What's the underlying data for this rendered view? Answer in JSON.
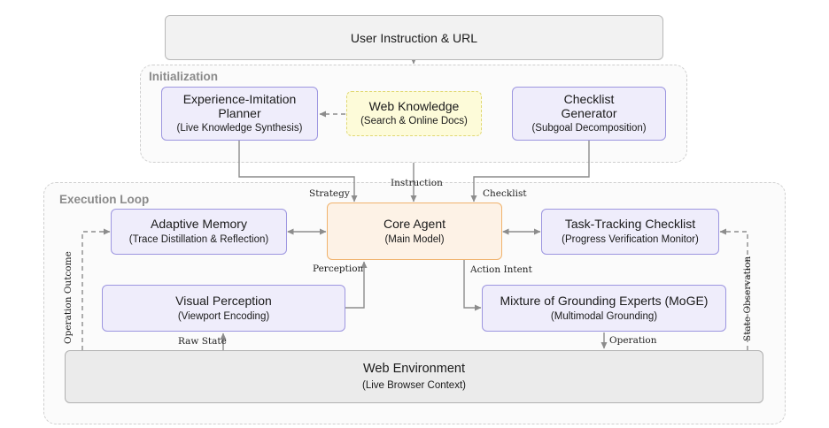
{
  "top": {
    "title": "User Instruction & URL"
  },
  "groups": {
    "initialization": "Initialization",
    "execution": "Execution Loop"
  },
  "nodes": {
    "planner": {
      "title": "Experience-Imitation Planner",
      "sub": "(Live Knowledge Synthesis)"
    },
    "web_knowledge": {
      "title": "Web Knowledge",
      "sub": "(Search & Online Docs)"
    },
    "checklist_gen": {
      "title": "Checklist Generator",
      "sub": "(Subgoal Decomposition)"
    },
    "memory": {
      "title": "Adaptive Memory",
      "sub": "(Trace Distillation & Reflection)"
    },
    "core": {
      "title": "Core Agent",
      "sub": "(Main Model)"
    },
    "tracking": {
      "title": "Task-Tracking Checklist",
      "sub": "(Progress Verification Monitor)"
    },
    "perception": {
      "title": "Visual Perception",
      "sub": "(Viewport Encoding)"
    },
    "moge": {
      "title": "Mixture of Grounding Experts (MoGE)",
      "sub": "(Multimodal Grounding)"
    },
    "env": {
      "title": "Web Environment",
      "sub": "(Live Browser Context)"
    }
  },
  "edge_labels": {
    "strategy": "Strategy",
    "instruction": "Instruction",
    "checklist": "Checklist",
    "perception": "Perception",
    "action_intent": "Action Intent",
    "raw_state": "Raw State",
    "operation": "Operation",
    "operation_outcome": "Operation Outcome",
    "state_observation": "State Observation"
  }
}
